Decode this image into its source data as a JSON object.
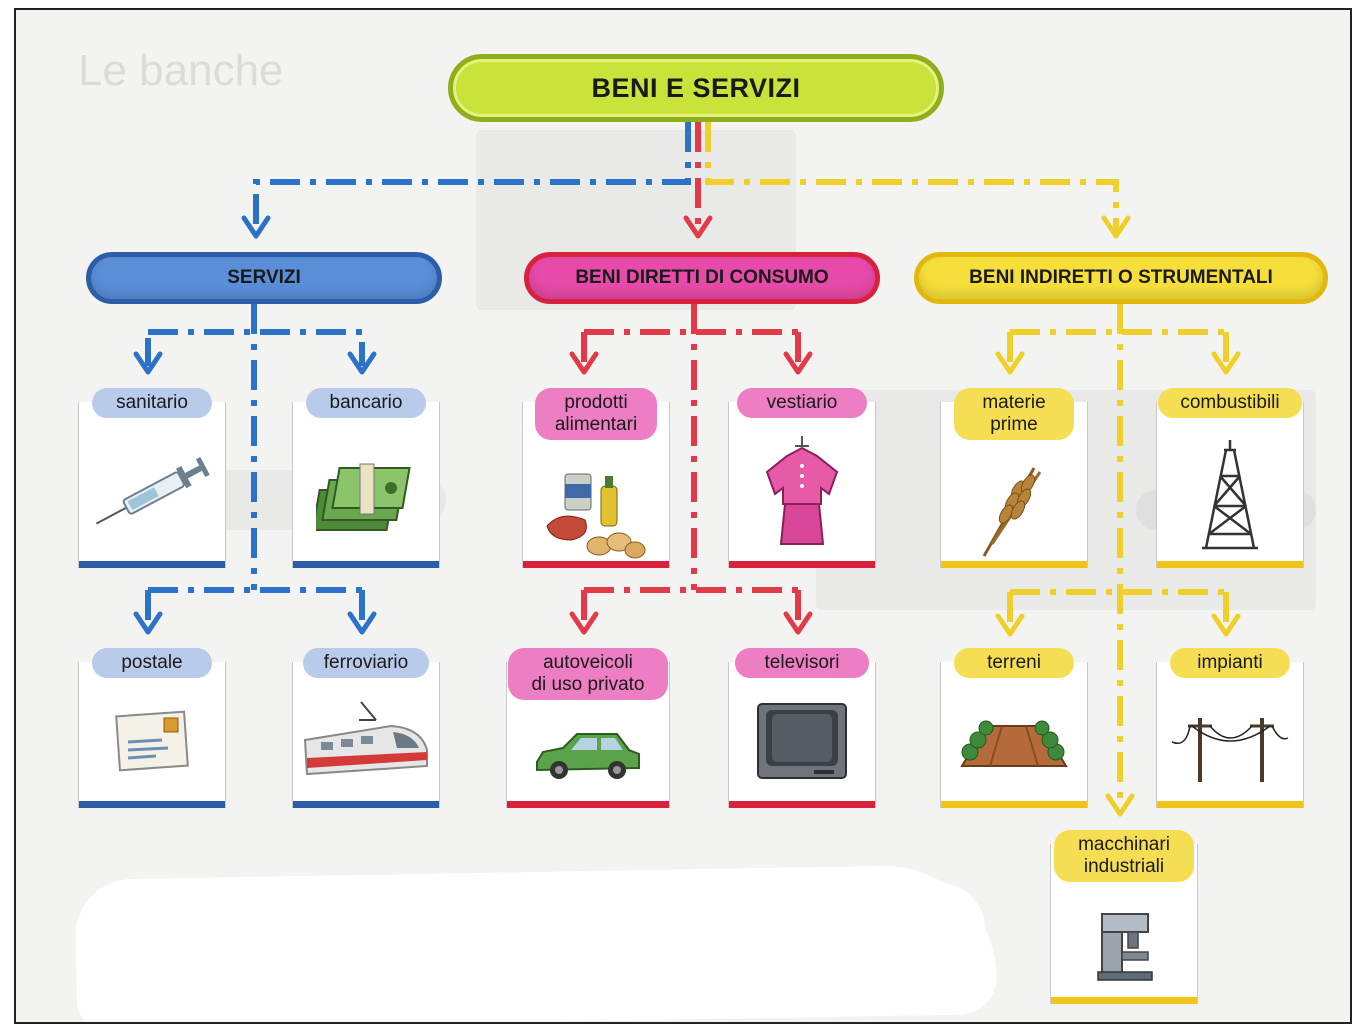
{
  "root": {
    "label": "BENI E SERVIZI"
  },
  "categories": {
    "servizi": "SERVIZI",
    "diretti": "BENI DIRETTI DI CONSUMO",
    "indiretti": "BENI INDIRETTI O STRUMENTALI"
  },
  "items": {
    "sanitario": "sanitario",
    "bancario": "bancario",
    "postale": "postale",
    "ferroviario": "ferroviario",
    "prodotti_alimentari_1": "prodotti",
    "prodotti_alimentari_2": "alimentari",
    "vestiario": "vestiario",
    "autoveicoli_1": "autoveicoli",
    "autoveicoli_2": "di uso privato",
    "televisori": "televisori",
    "materie_prime_1": "materie",
    "materie_prime_2": "prime",
    "combustibili": "combustibili",
    "terreni": "terreni",
    "impianti": "impianti",
    "macchinari_1": "macchinari",
    "macchinari_2": "industriali"
  },
  "colors": {
    "servizi": "#2c5ea8",
    "diretti": "#d8223d",
    "indiretti": "#f1c418",
    "root": "#c9e33a"
  },
  "icons": [
    "syringe-icon",
    "banknotes-icon",
    "letter-icon",
    "train-icon",
    "food-icon",
    "dress-icon",
    "car-icon",
    "tv-icon",
    "wheat-icon",
    "oil-derrick-icon",
    "land-icon",
    "power-lines-icon",
    "machine-tool-icon"
  ]
}
